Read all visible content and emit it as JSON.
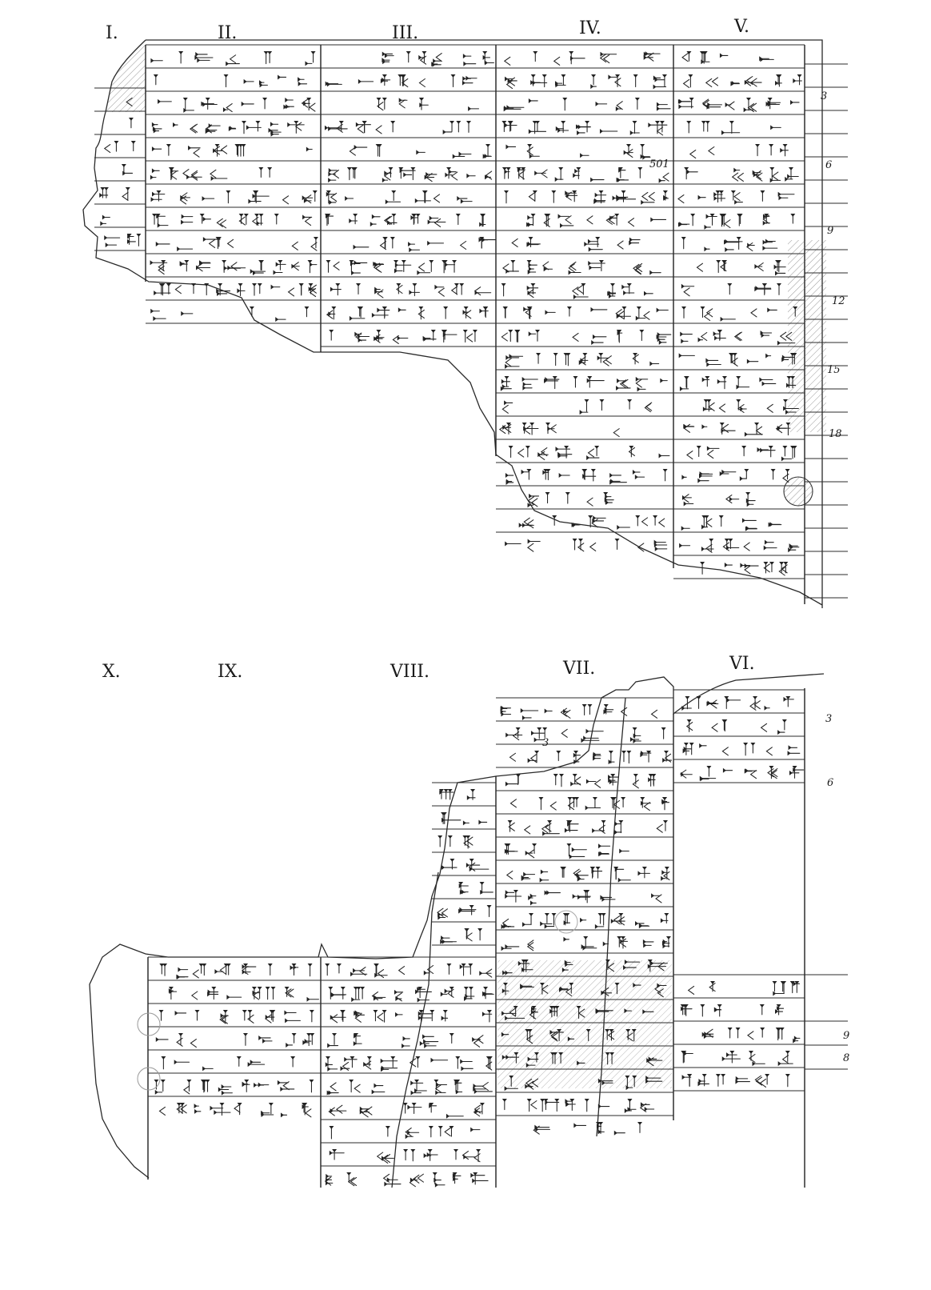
{
  "upper_fragment": {
    "column_labels": [
      "I.",
      "II.",
      "III.",
      "IV.",
      "V."
    ],
    "line_numbers": [
      "3",
      "6",
      "9",
      "12",
      "15",
      "18"
    ],
    "annotation": "501"
  },
  "lower_fragment": {
    "column_labels": [
      "X.",
      "IX.",
      "VIII.",
      "VII.",
      "VI."
    ],
    "line_numbers": [
      "3",
      "3",
      "6",
      "9",
      "8"
    ]
  },
  "colors": {
    "ink": "#1a1a1a",
    "paper": "#ffffff",
    "hatch": "#555555"
  },
  "description_icons": [
    "cuneiform-sign",
    "broken-edge",
    "hatched-damage"
  ]
}
